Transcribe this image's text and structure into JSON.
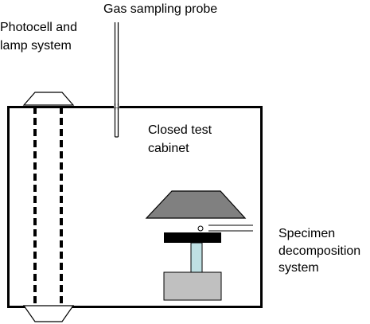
{
  "labels": {
    "probe_title": "Gas sampling probe",
    "photocell_line1": "Photocell and",
    "photocell_line2": "lamp system",
    "cabinet_line1": "Closed test",
    "cabinet_line2": "cabinet",
    "specimen_line1": "Specimen",
    "specimen_line2": "decomposition",
    "specimen_line3": "system"
  },
  "colors": {
    "line": "#000000",
    "background": "#ffffff",
    "cone_hood": "#808080",
    "specimen_holder": "#000000",
    "support_column": "#bfe0e3",
    "base_block": "#c0c0c0"
  }
}
